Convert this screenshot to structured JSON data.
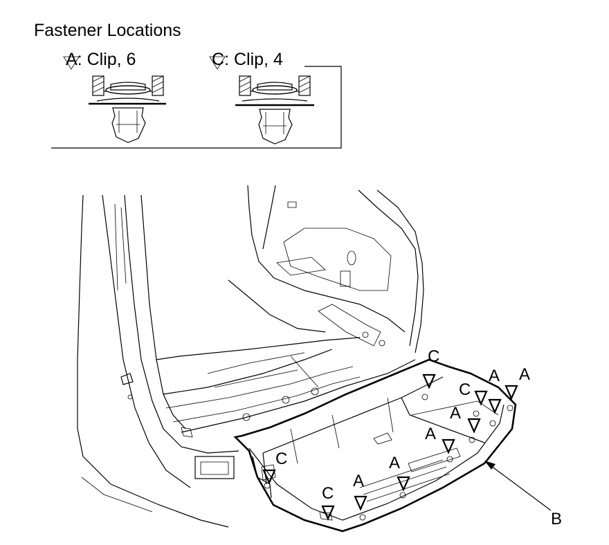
{
  "title": "Fastener Locations",
  "legend": [
    {
      "marker": "A",
      "text": ": Clip, 6"
    },
    {
      "marker": "C",
      "text": ": Clip, 4"
    }
  ],
  "callouts": {
    "a": "A",
    "c": "C",
    "b": "B"
  }
}
